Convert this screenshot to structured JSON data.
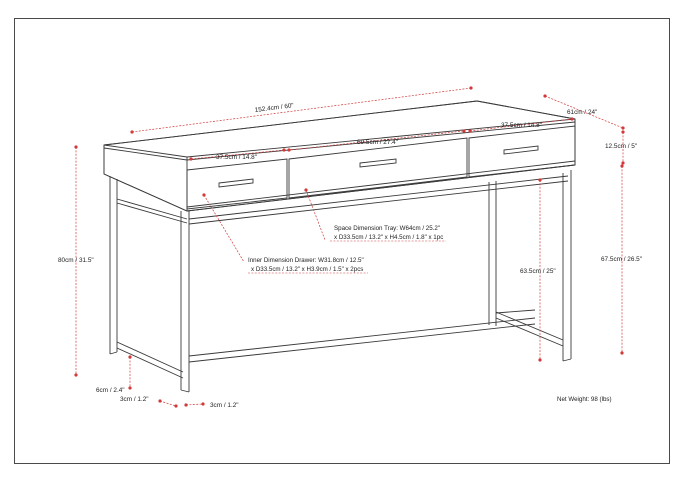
{
  "colors": {
    "outline": "#4a4a4a",
    "furniture_line": "#3a3a3a",
    "dimension_line": "#d23a3a",
    "text": "#222222"
  },
  "dimensions": {
    "total_width": "152.4cm / 60\"",
    "depth": "61cm / 24\"",
    "drawer_left_width": "37.5cm / 14.8\"",
    "tray_width": "69.5cm / 27.4\"",
    "drawer_right_width": "37.5cm / 14.8\"",
    "top_thickness": "12.5cm / 5\"",
    "total_height": "80cm / 31.5\"",
    "leg_clearance": "67.5cm / 26.5\"",
    "stretcher_height": "63.5cm / 25\"",
    "foot_height": "6cm / 2.4\"",
    "leg_left": "3cm / 1.2\"",
    "leg_right": "3cm / 1.2\""
  },
  "notes": {
    "tray_line1": "Space Dimension Tray: W64cm / 25.2\"",
    "tray_line2": "x D33.5cm / 13.2\" x H4.5cm / 1.8\" x 1pc",
    "drawer_line1": "Inner Dimension Drawer: W31.8cm / 12.5\"",
    "drawer_line2": "x D33.5cm / 13.2\" x H3.9cm / 1.5\" x 2pcs",
    "net_weight": "Net Weight:  98 (lbs)"
  }
}
